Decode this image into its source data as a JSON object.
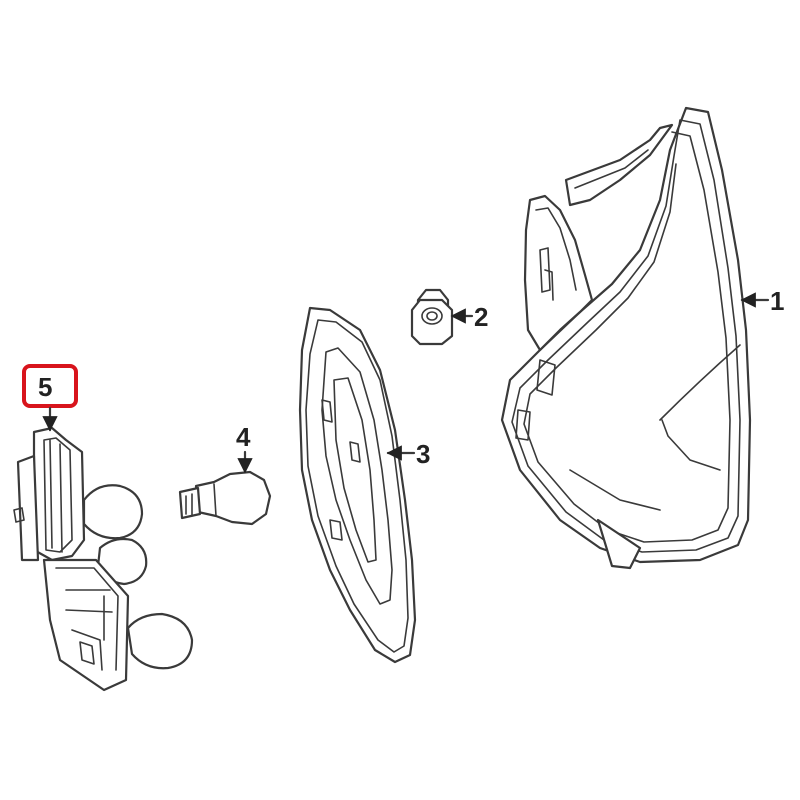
{
  "callouts": {
    "c1": "1",
    "c2": "2",
    "c3": "3",
    "c4": "4",
    "c5": "5"
  },
  "colors": {
    "highlight": "#d8141c",
    "line": "#3a3a3a",
    "background": "#ffffff"
  }
}
